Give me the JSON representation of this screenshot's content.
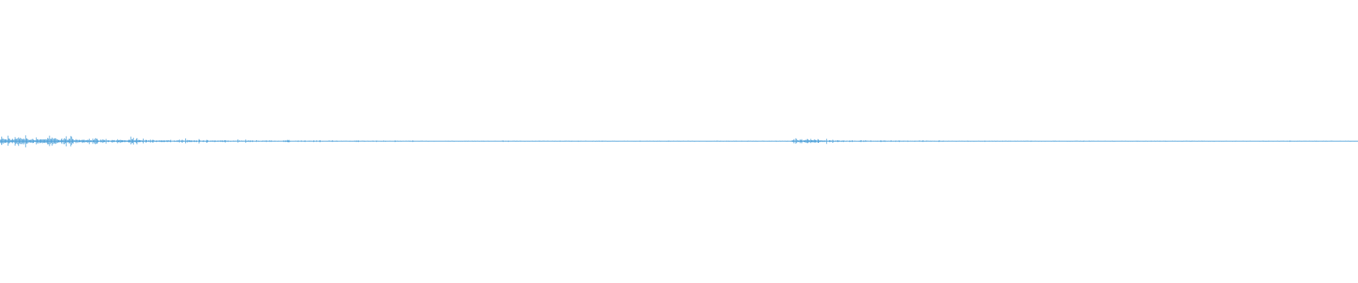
{
  "waveform": {
    "color": "#4a9fd8",
    "background": "#ffffff",
    "duration_segments": 96,
    "amplitude_envelope": [
      0.55,
      0.7,
      0.5,
      0.6,
      0.45,
      0.4,
      0.35,
      0.3,
      0.25,
      0.3,
      0.2,
      0.22,
      0.18,
      0.2,
      0.15,
      0.16,
      0.12,
      0.14,
      0.12,
      0.1,
      0.1,
      0.09,
      0.08,
      0.1,
      0.07,
      0.08,
      0.06,
      0.07,
      0.06,
      0.06,
      0.05,
      0.05,
      0.05,
      0.05,
      0.04,
      0.05,
      0.04,
      0.04,
      0.04,
      0.05,
      0.04,
      0.04,
      0.04,
      0.04,
      0.04,
      0.04,
      0.04,
      0.04,
      0.04,
      0.04,
      0.04,
      0.04,
      0.04,
      0.04,
      0.04,
      0.05,
      0.3,
      0.35,
      0.2,
      0.15,
      0.12,
      0.1,
      0.12,
      0.1,
      0.08,
      0.07,
      0.06,
      0.05,
      0.05,
      0.05,
      0.04,
      0.04,
      0.04,
      0.04,
      0.04,
      0.04,
      0.04,
      0.04,
      0.04,
      0.04,
      0.04,
      0.04,
      0.04,
      0.04,
      0.04,
      0.04,
      0.04,
      0.04,
      0.04,
      0.04,
      0.04,
      0.04,
      0.04,
      0.04,
      0.04,
      0.03
    ]
  }
}
